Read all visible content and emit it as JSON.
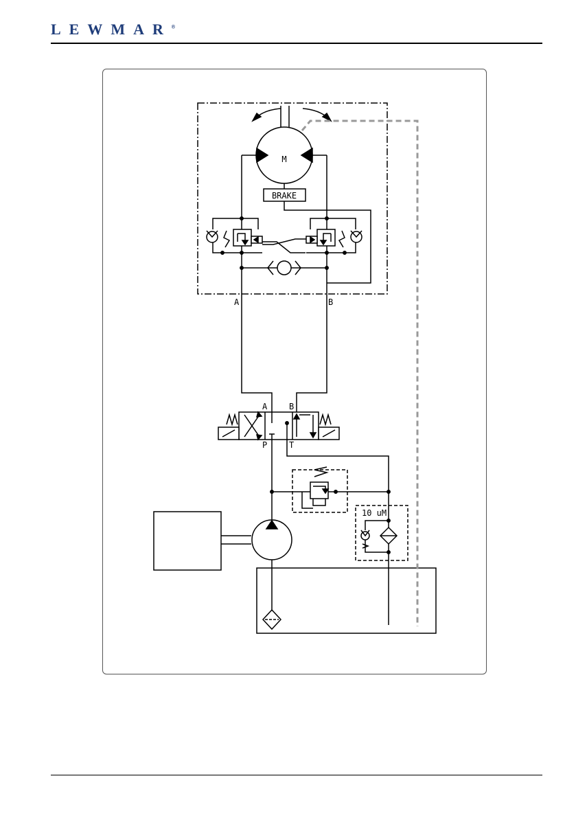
{
  "header": {
    "brand": "LEWMAR",
    "registered": "®"
  },
  "diagram": {
    "motor_label": "M",
    "brake_label": "BRAKE",
    "port_a_label": "A",
    "port_b_label": "B",
    "valve_a_label": "A",
    "valve_b_label": "B",
    "valve_p_label": "P",
    "valve_t_label": "T",
    "filter_rating": "10 uM"
  },
  "colors": {
    "brand": "#1f3d7a",
    "drain_line": "#999999"
  }
}
